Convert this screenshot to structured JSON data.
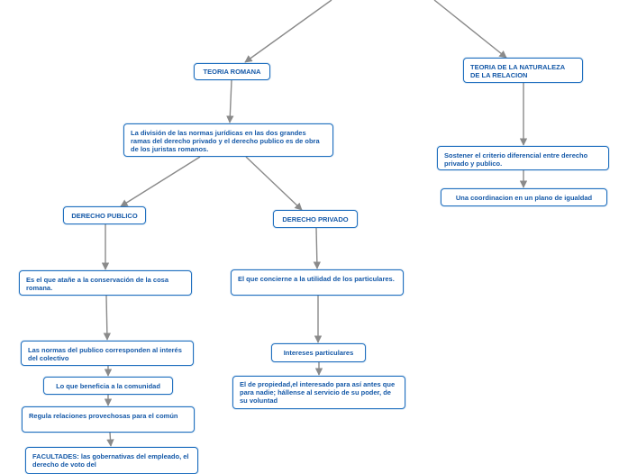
{
  "nodes": {
    "teoria_romana": "TEORIA ROMANA",
    "teoria_naturaleza": "TEORIA DE LA NATURALEZA DE LA RELACION",
    "division": "La división de las normas jurídicas en las dos grandes ramas del derecho privado y el derecho publico es de obra de los juristas romanos.",
    "sostener": "Sostener el criterio diferencial  entre derecho privado y publico.",
    "coordinacion": "Una coordinacion  en un plano de igualdad",
    "derecho_publico": "DERECHO PUBLICO",
    "derecho_privado": "DERECHO PRIVADO",
    "conservacion": "Es el que atañe a la conservación de la cosa romana.",
    "utilidad": "El que concierne a la utilidad de los particulares.",
    "normas_publico": "Las normas del publico  corresponden  al interés del colectivo",
    "beneficia": "Lo que beneficia a la comunidad",
    "relaciones": "Regula relaciones provechosas para el común",
    "facultades": "FACULTADES: las gobernativas  del empleado, el derecho de voto del",
    "intereses": "Intereses particulares",
    "propiedad": "El de propiedad,el interesado para así antes que para nadie; hállense al servicio de su poder, de su voluntad"
  },
  "colors": {
    "border": "#1f6fbf",
    "text": "#1559a8",
    "connector": "#8a8a8a"
  }
}
